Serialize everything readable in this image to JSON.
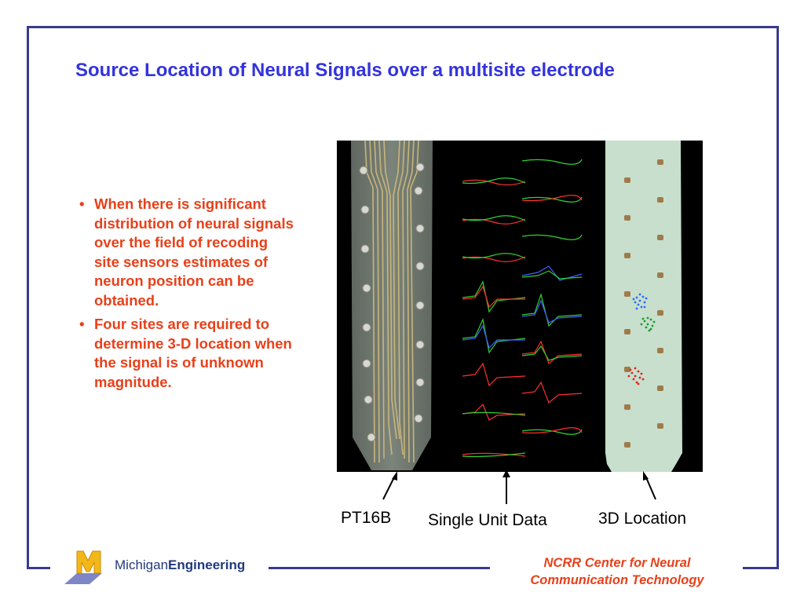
{
  "slide": {
    "title": "Source Location of Neural Signals over a multisite electrode",
    "bullets": [
      "When there is significant distribution of neural signals over the field of recoding site sensors estimates of neuron position can be obtained.",
      "Four sites are required to determine 3-D location when the signal is of unknown magnitude."
    ]
  },
  "figure": {
    "captions": [
      "PT16B",
      "Single Unit Data",
      "3D Location"
    ]
  },
  "footer": {
    "brand_regular": "Michigan",
    "brand_bold": "Engineering",
    "center_line1": "NCRR Center for Neural",
    "center_line2": "Communication Technology"
  },
  "colors": {
    "frame": "#3a3a8c",
    "title": "#3333dd",
    "bullet_text": "#e8401a",
    "footer_center": "#e8401a"
  }
}
